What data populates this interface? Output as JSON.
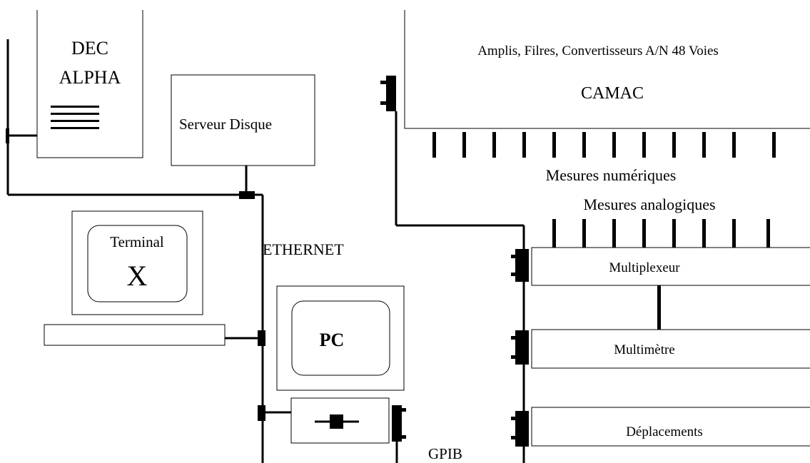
{
  "nodes": {
    "dec_alpha": {
      "line1": "DEC",
      "line2": "ALPHA"
    },
    "serveur_disque": {
      "label": "Serveur Disque"
    },
    "terminal_x": {
      "line1": "Terminal",
      "line2": "X"
    },
    "pc": {
      "label": "PC"
    },
    "camac": {
      "subtitle": "Amplis, Filres, Convertisseurs A/N 48 Voies",
      "title": "CAMAC"
    },
    "multiplexeur": {
      "label": "Multiplexeur"
    },
    "multimetre": {
      "label": "Multimètre"
    },
    "deplacements": {
      "label": "Déplacements"
    }
  },
  "labels": {
    "ethernet": "ETHERNET",
    "gpib": "GPIB",
    "mesures_numeriques": "Mesures numériques",
    "mesures_analogiques": "Mesures analogiques"
  },
  "colors": {
    "line": "#000000",
    "background": "#ffffff"
  }
}
